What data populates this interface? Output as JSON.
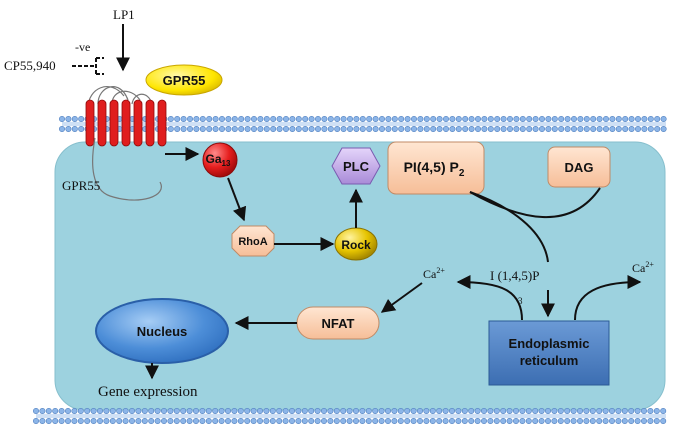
{
  "labels": {
    "lp1": "LP1",
    "neg": "-ve",
    "cp": "CP55,940",
    "gpr55_badge": "GPR55",
    "gpr55_receptor": "GPR55",
    "ga": "Ga",
    "ga_sub": "13",
    "plc": "PLC",
    "pip2": "PI(4,5) P",
    "pip2_sub": "2",
    "dag": "DAG",
    "rhoa": "RhoA",
    "rock": "Rock",
    "ip3": "I (1,4,5)P",
    "ip3_sub": "3",
    "ca_left": "Ca",
    "ca_left_sup": "2+",
    "ca_right": "Ca",
    "ca_right_sup": "2+",
    "nfat": "NFAT",
    "nucleus": "Nucleus",
    "er_line1": "Endoplasmic",
    "er_line2": "reticulum",
    "gene": "Gene expression"
  },
  "colors": {
    "cell": "#9dd2df",
    "membrane_head": "#8cb5e8",
    "receptor": "#e01e1e",
    "ga_node": "#e61e1e",
    "gpr55_badge": "#ffe600",
    "plc_node": "#c4a6ea",
    "pip2_node": "#fcd2b4",
    "dag_node": "#fcd2b4",
    "rhoa_node": "#fcd2b4",
    "rock_node": "#e6c400",
    "nfat_node": "#fcd2b4",
    "nucleus": "#4d8ed8",
    "er": "#4b7fc4"
  }
}
